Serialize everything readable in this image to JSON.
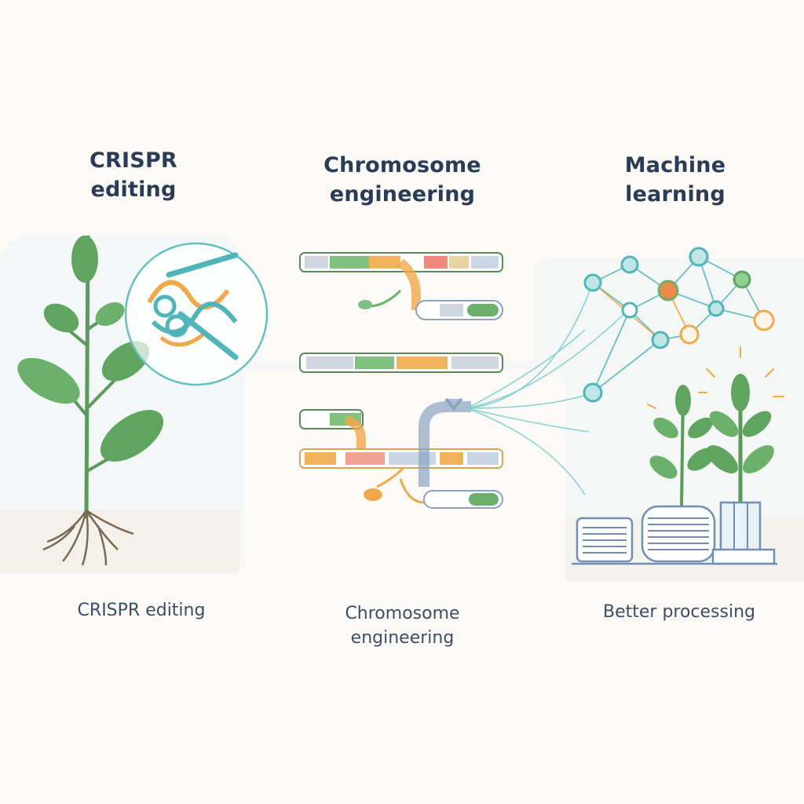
{
  "stages": [
    {
      "title_line1": "CRISPR",
      "title_line2": "editing",
      "caption": "CRISPR editing"
    },
    {
      "title_line1": "Chromosome",
      "title_line2": "engineering",
      "caption_line1": "Chromosome",
      "caption_line2": "engineering"
    },
    {
      "title_line1": "Machine",
      "title_line2": "learning",
      "caption": "Better processing"
    }
  ],
  "colors": {
    "leaf": "#5fa55f",
    "stem": "#5a9a5a",
    "dna_teal": "#4fb5b8",
    "orange": "#f0a94a",
    "coral": "#ef8a7a",
    "steel": "#8aa3c0",
    "node_green": "#6ab06a",
    "text": "#2a3b55"
  },
  "icons": [
    "plant-icon",
    "dna-scissors-icon",
    "chromosome-icon",
    "neural-network-icon",
    "bioreactor-icon"
  ]
}
